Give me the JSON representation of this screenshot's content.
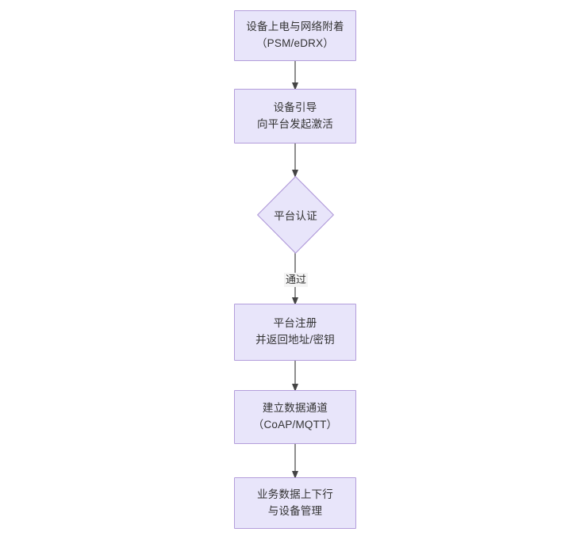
{
  "diagram": {
    "type": "flowchart",
    "orientation": "top-to-bottom",
    "background_color": "#ffffff",
    "node_fill_color": "#e8e5fa",
    "node_border_color": "#b39ddb",
    "node_text_color": "#333333",
    "connector_color": "#444444",
    "nodes": [
      {
        "id": "power-on",
        "shape": "rectangle",
        "line1": "设备上电与网络附着",
        "line2": "（PSM/eDRX）"
      },
      {
        "id": "bootstrap",
        "shape": "rectangle",
        "line1": "设备引导",
        "line2": "向平台发起激活"
      },
      {
        "id": "platform-auth",
        "shape": "diamond",
        "line1": "平台认证",
        "line2": ""
      },
      {
        "id": "platform-register",
        "shape": "rectangle",
        "line1": "平台注册",
        "line2": "并返回地址/密钥"
      },
      {
        "id": "data-channel",
        "shape": "rectangle",
        "line1": "建立数据通道",
        "line2": "（CoAP/MQTT）"
      },
      {
        "id": "business-data",
        "shape": "rectangle",
        "line1": "业务数据上下行",
        "line2": "与设备管理"
      }
    ],
    "edges": [
      {
        "id": "e1",
        "from": "power-on",
        "to": "bootstrap",
        "label": ""
      },
      {
        "id": "e2",
        "from": "bootstrap",
        "to": "platform-auth",
        "label": ""
      },
      {
        "id": "e3",
        "from": "platform-auth",
        "to": "platform-register",
        "label": "通过"
      },
      {
        "id": "e4",
        "from": "platform-register",
        "to": "data-channel",
        "label": ""
      },
      {
        "id": "e5",
        "from": "data-channel",
        "to": "business-data",
        "label": ""
      }
    ]
  }
}
